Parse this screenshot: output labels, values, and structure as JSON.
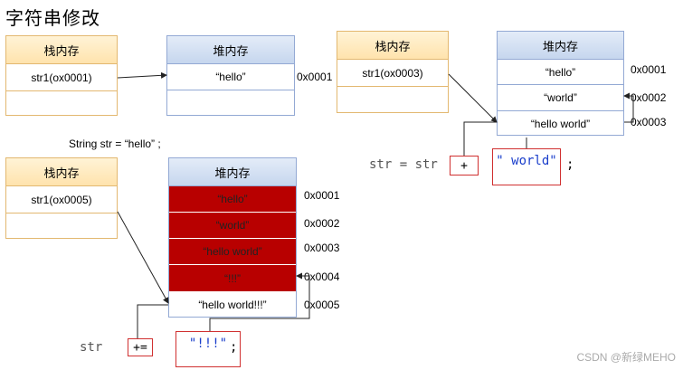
{
  "title": "字符串修改",
  "note": "String str = “hello” ;",
  "panel1": {
    "stack_header": "栈内存",
    "stack_rows": [
      "str1(ox0001)",
      ""
    ],
    "heap_header": "堆内存",
    "heap_rows": [
      "“hello”",
      ""
    ],
    "addresses": [
      "0x0001"
    ]
  },
  "panel2": {
    "stack_header": "栈内存",
    "stack_rows": [
      "str1(ox0003)",
      ""
    ],
    "heap_header": "堆内存",
    "heap_rows": [
      "“hello”",
      "“world”",
      "“hello world”"
    ],
    "addresses": [
      "0x0001",
      "0x0002",
      "0x0003"
    ],
    "code": {
      "lhs": "str = str",
      "op": "+",
      "literal": "\" world\"",
      "semicolon": ";"
    }
  },
  "panel3": {
    "stack_header": "栈内存",
    "stack_rows": [
      "str1(ox0005)",
      ""
    ],
    "heap_header": "堆内存",
    "heap_rows": [
      "“hello”",
      "“world”",
      "“hello world”",
      "“!!!”",
      "“hello world!!!”"
    ],
    "addresses": [
      "0x0001",
      "0x0002",
      "0x0003",
      "0x0004",
      "0x0005"
    ],
    "code": {
      "lhs": "str",
      "op": "+=",
      "literal": "\"!!!\"",
      "semicolon": ";"
    }
  },
  "colors": {
    "stack_border": "#e3b870",
    "heap_border": "#93a9d4",
    "discarded_fill": "#b80000",
    "highlight_border": "#d03030",
    "string_literal": "#1a3ecb"
  },
  "watermark": "CSDN @新绿MEHO"
}
